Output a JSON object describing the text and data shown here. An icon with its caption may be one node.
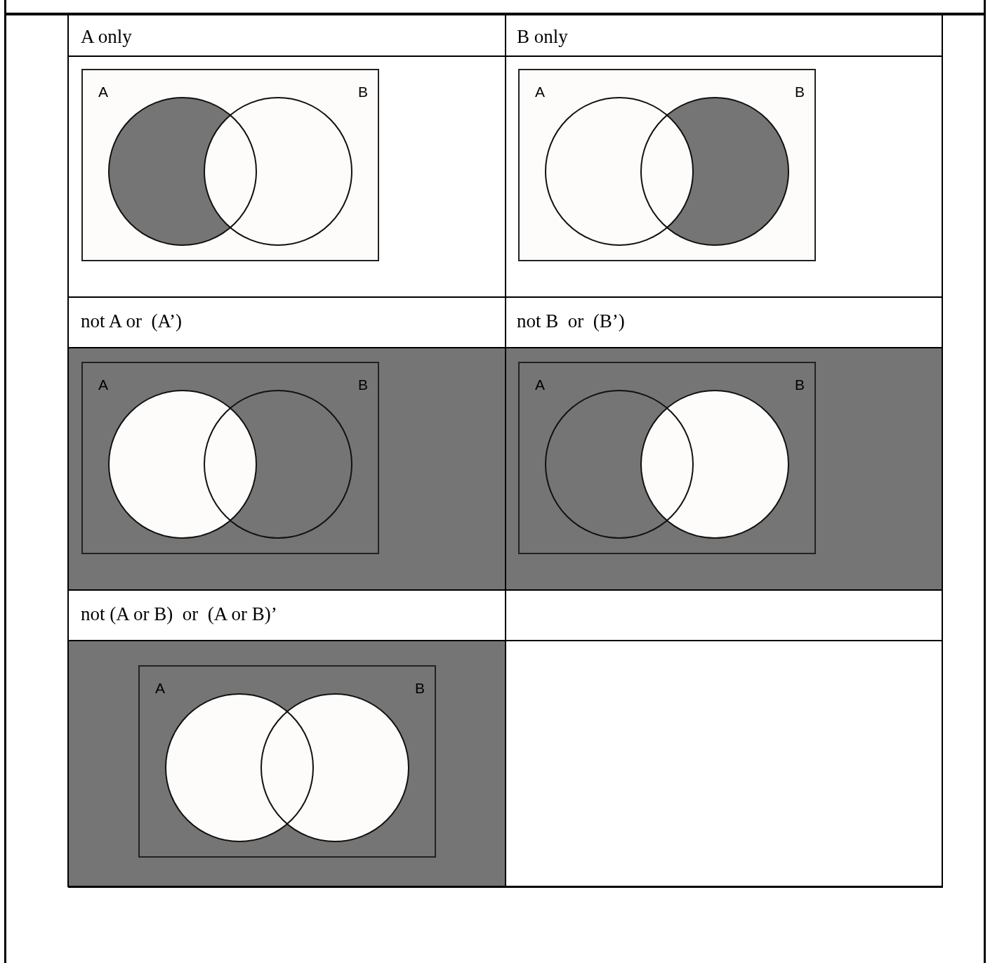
{
  "diagram": {
    "nodes": [
      {
        "text": [
          "A",
          "B"
        ]
      },
      {
        "text": [
          "A",
          "B"
        ]
      },
      {
        "text": [
          "A",
          "B"
        ]
      },
      {
        "text": [
          "A",
          "B"
        ]
      },
      {
        "text": [
          "A",
          "B"
        ]
      }
    ],
    "labels": [
      "A only",
      "B only",
      "not A or  (A’)",
      "not B  or  (B’)",
      "not (A or B)  or  (A or B)’"
    ]
  }
}
